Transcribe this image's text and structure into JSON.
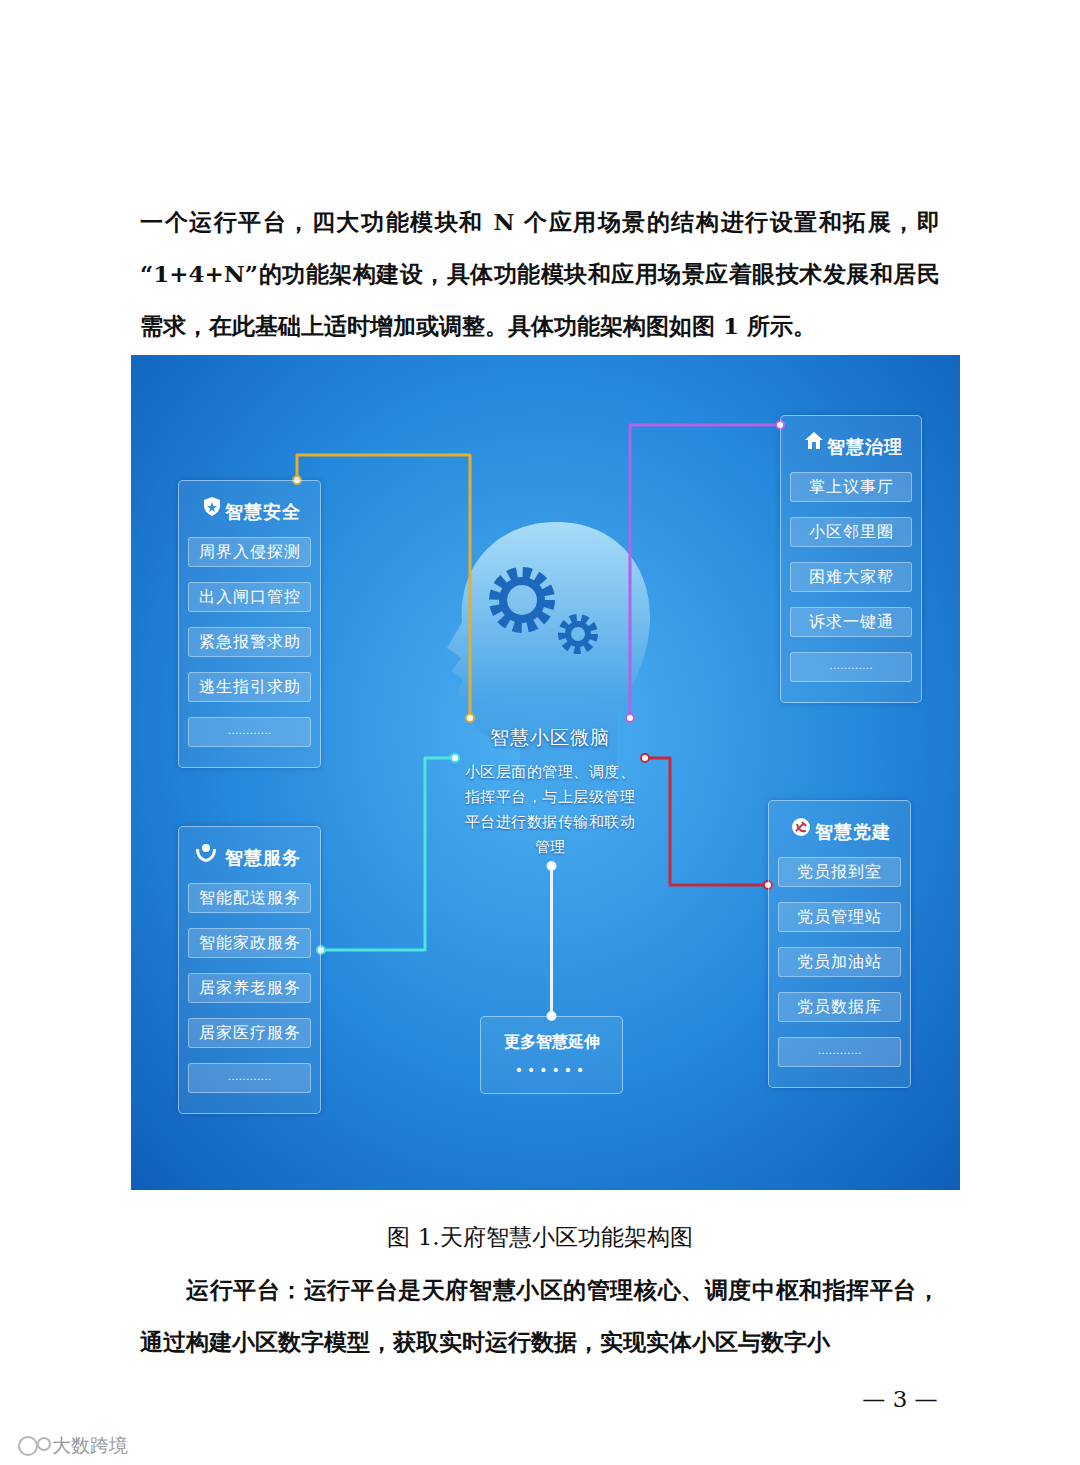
{
  "diagram": {
    "caption": "图 1.天府智慧小区功能架构图",
    "nodes": [
      {
        "text": [
          "智慧安全"
        ]
      },
      {
        "text": [
          "周界入侵探测"
        ],
        "in": 0
      },
      {
        "text": [
          "出入闸口管控"
        ],
        "in": 0
      },
      {
        "text": [
          "紧急报警求助"
        ],
        "in": 0
      },
      {
        "text": [
          "逃生指引求助"
        ],
        "in": 0
      },
      {
        "text": [
          "…………"
        ],
        "in": 0
      },
      {
        "text": [
          "智慧治理"
        ]
      },
      {
        "text": [
          "掌上议事厅"
        ],
        "in": 6
      },
      {
        "text": [
          "小区邻里圈"
        ],
        "in": 6
      },
      {
        "text": [
          "困难大家帮"
        ],
        "in": 6
      },
      {
        "text": [
          "诉求一键通"
        ],
        "in": 6
      },
      {
        "text": [
          "…………"
        ],
        "in": 6
      },
      {
        "text": [
          "智慧小区微脑",
          "小区层面的管理、调度、指挥平台，与上层级管理平台进行数据传输和联动管理"
        ]
      },
      {
        "text": [
          "智慧服务"
        ]
      },
      {
        "text": [
          "智能配送服务"
        ],
        "in": 13
      },
      {
        "text": [
          "智能家政服务"
        ],
        "in": 13
      },
      {
        "text": [
          "居家养老服务"
        ],
        "in": 13
      },
      {
        "text": [
          "居家医疗服务"
        ],
        "in": 13
      },
      {
        "text": [
          "…………"
        ],
        "in": 13
      },
      {
        "text": [
          "智慧党建"
        ]
      },
      {
        "text": [
          "党员报到室"
        ],
        "in": 19
      },
      {
        "text": [
          "党员管理站"
        ],
        "in": 19
      },
      {
        "text": [
          "党员加油站"
        ],
        "in": 19
      },
      {
        "text": [
          "党员数据库"
        ],
        "in": 19
      },
      {
        "text": [
          "…………"
        ],
        "in": 19
      },
      {
        "text": [
          "更多智慧延伸",
          "••••••"
        ]
      }
    ],
    "edges": [
      {
        "from": 12,
        "to": 0,
        "arrow": "none"
      },
      {
        "from": 12,
        "to": 6,
        "arrow": "none"
      },
      {
        "from": 12,
        "to": 13,
        "arrow": "none"
      },
      {
        "from": 12,
        "to": 19,
        "arrow": "none"
      },
      {
        "from": 12,
        "to": 25,
        "arrow": "none"
      }
    ],
    "labels": [
      "一个运行平台，四大功能模块和 N 个应用场景的结构进行设置和拓展，即“1+4+N”的功能架构建设，具体功能模块和应用场景应着眼技术发展和居民需求，在此基础上适时增加或调整。具体功能架构图如图 1 所示。",
      "运行平台：运行平台是天府智慧小区的管理核心、调度中枢和指挥平台，通过构建小区数字模型，获取实时运行数据，实现实体小区与数字小",
      "— 3 —",
      "大数跨境"
    ]
  }
}
